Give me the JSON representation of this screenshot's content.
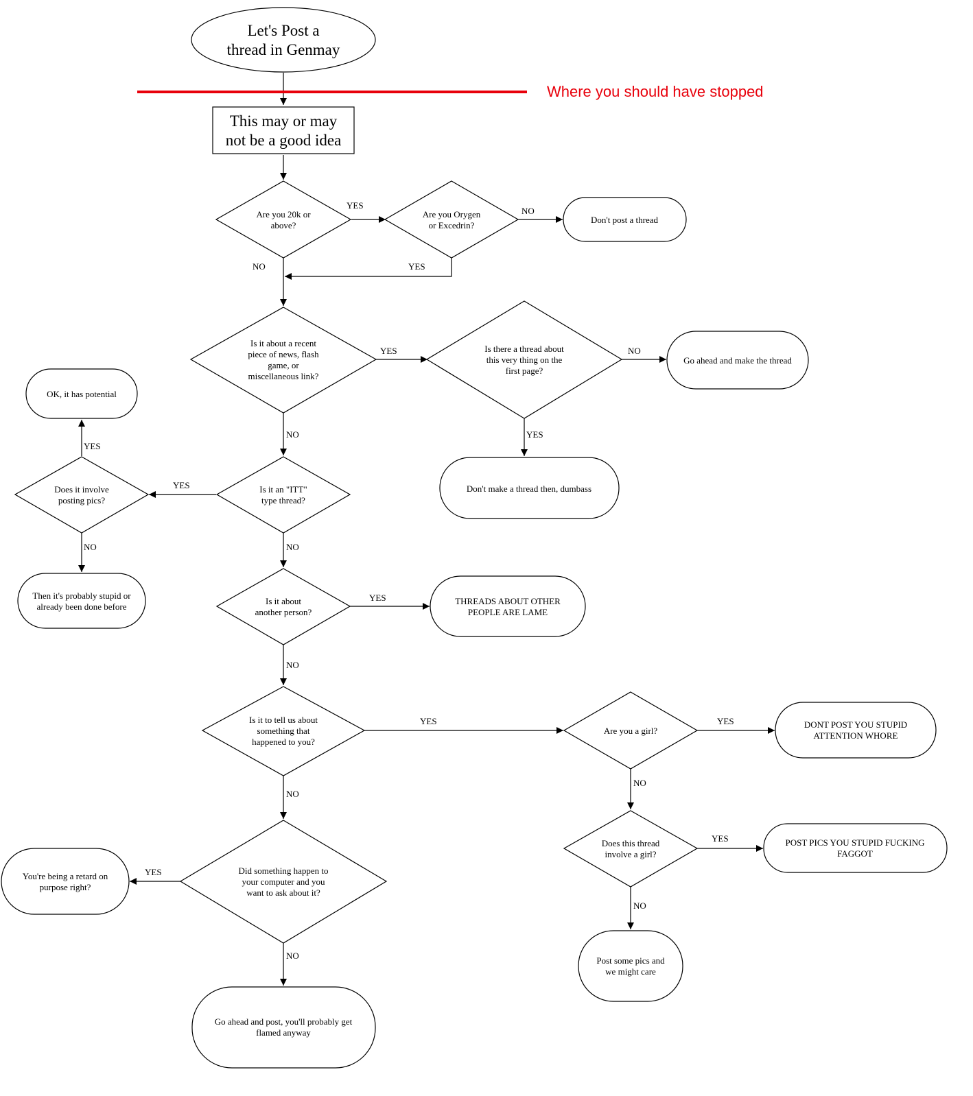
{
  "nodes": {
    "start": {
      "lines": [
        "Let's Post a",
        "thread in Genmay"
      ]
    },
    "maybe": {
      "lines": [
        "This may or may",
        "not be a good idea"
      ]
    },
    "q20k": {
      "lines": [
        "Are you 20k or",
        "above?"
      ]
    },
    "qorygen": {
      "lines": [
        "Are you Orygen",
        "or Excedrin?"
      ]
    },
    "dont_post": {
      "lines": [
        "Don't post a thread"
      ]
    },
    "qnews": {
      "lines": [
        "Is it about a recent",
        "piece of news, flash",
        "game, or",
        "miscellaneous link?"
      ]
    },
    "qfirstpage": {
      "lines": [
        "Is there a thread about",
        "this very thing on the",
        "first page?"
      ]
    },
    "go_ahead": {
      "lines": [
        "Go ahead and make the thread"
      ]
    },
    "dumbass": {
      "lines": [
        "Don't make a thread then, dumbass"
      ]
    },
    "potential": {
      "lines": [
        "OK, it has potential"
      ]
    },
    "qpics": {
      "lines": [
        "Does it involve",
        "posting pics?"
      ]
    },
    "qitt": {
      "lines": [
        "Is it an \"ITT\"",
        "type thread?"
      ]
    },
    "stupid": {
      "lines": [
        "Then it's probably stupid or",
        "already been done before"
      ]
    },
    "qperson": {
      "lines": [
        "Is it about",
        "another person?"
      ]
    },
    "lame": {
      "lines": [
        "THREADS ABOUT OTHER",
        "PEOPLE ARE LAME"
      ]
    },
    "qhappened": {
      "lines": [
        "Is it to tell us about",
        "something that",
        "happened to you?"
      ]
    },
    "qgirl": {
      "lines": [
        "Are you a girl?"
      ]
    },
    "whore": {
      "lines": [
        "DONT POST YOU STUPID",
        "ATTENTION WHORE"
      ]
    },
    "qinvolvegirl": {
      "lines": [
        "Does this thread",
        "involve a girl?"
      ]
    },
    "postpics": {
      "lines": [
        "POST PICS YOU STUPID FUCKING",
        "FAGGOT"
      ]
    },
    "mightcare": {
      "lines": [
        "Post some pics and",
        "we might care"
      ]
    },
    "qcomputer": {
      "lines": [
        "Did something happen to",
        "your computer and you",
        "want to ask about it?"
      ]
    },
    "retard": {
      "lines": [
        "You're being a retard on",
        "purpose right?"
      ]
    },
    "flamed": {
      "lines": [
        "Go ahead and post, you'll probably get",
        "flamed anyway"
      ]
    }
  },
  "edge_labels": {
    "yes": "YES",
    "no": "NO"
  },
  "annotation": {
    "text": "Where you should have stopped",
    "color": "#e8000b"
  }
}
